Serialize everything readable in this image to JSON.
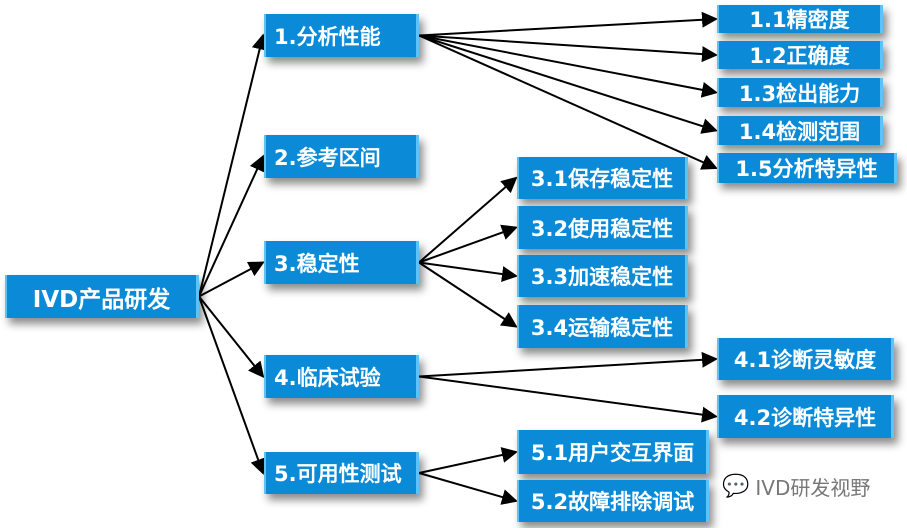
{
  "root": "IVD产品研发",
  "branches": [
    {
      "label": "1.分析性能",
      "children": [
        "1.1精密度",
        "1.2正确度",
        "1.3检出能力",
        "1.4检测范围",
        "1.5分析特异性"
      ]
    },
    {
      "label": "2.参考区间",
      "children": []
    },
    {
      "label": "3.稳定性",
      "children": [
        "3.1保存稳定性",
        "3.2使用稳定性",
        "3.3加速稳定性",
        "3.4运输稳定性"
      ]
    },
    {
      "label": "4.临床试验",
      "children": [
        "4.1诊断灵敏度",
        "4.2诊断特异性"
      ]
    },
    {
      "label": "5.可用性测试",
      "children": [
        "5.1用户交互界面",
        "5.2故障排除调试"
      ]
    }
  ],
  "watermark": "IVD研发视野",
  "colors": {
    "box": "#0b8bd7",
    "border": "#5cc3f5"
  }
}
